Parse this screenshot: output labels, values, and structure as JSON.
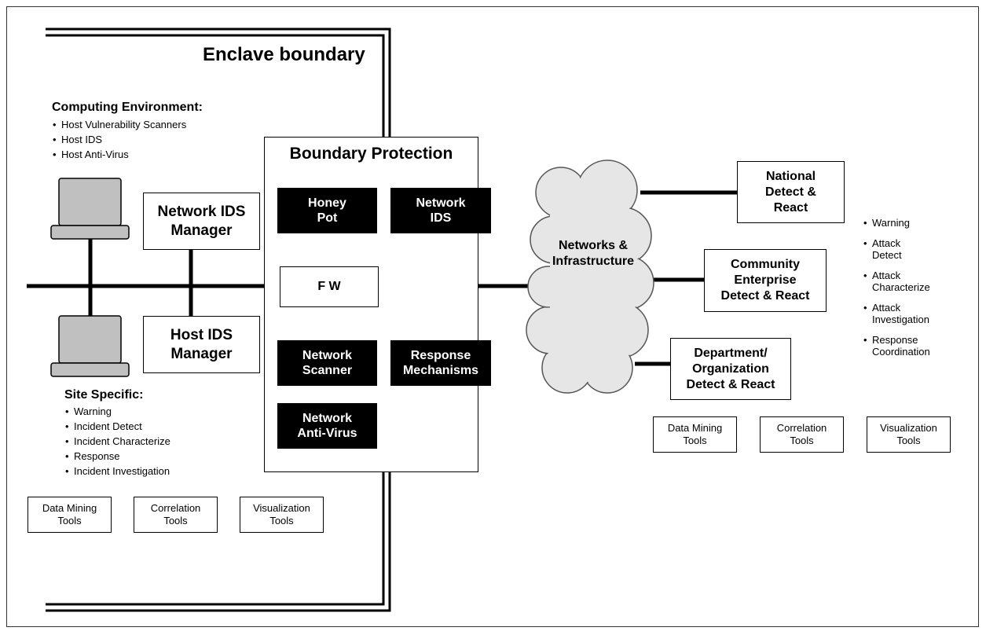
{
  "enclave_boundary": {
    "title": "Enclave boundary"
  },
  "computing_environment": {
    "heading": "Computing Environment:",
    "items": [
      "Host Vulnerability Scanners",
      "Host IDS",
      "Host Anti-Virus"
    ]
  },
  "network_ids_manager": "Network IDS\nManager",
  "host_ids_manager": "Host IDS\nManager",
  "boundary_protection": {
    "title": "Boundary Protection",
    "honey_pot": "Honey\nPot",
    "network_ids": "Network\nIDS",
    "firewall": "F W",
    "network_scanner": "Network\nScanner",
    "response_mechanisms": "Response\nMechanisms",
    "network_antivirus": "Network\nAnti-Virus"
  },
  "site_specific": {
    "heading": "Site Specific:",
    "items": [
      "Warning",
      "Incident Detect",
      "Incident Characterize",
      "Response",
      "Incident Investigation"
    ]
  },
  "left_tools": [
    "Data Mining\nTools",
    "Correlation\nTools",
    "Visualization\nTools"
  ],
  "cloud": {
    "label": "Networks &\nInfrastructure"
  },
  "national": "National\nDetect &\nReact",
  "community": "Community\nEnterprise\nDetect & React",
  "department": "Department/\nOrganization\nDetect & React",
  "right_tools": [
    "Data Mining\nTools",
    "Correlation\nTools",
    "Visualization\nTools"
  ],
  "right_list": [
    "Warning",
    "Attack\nDetect",
    "Attack\nCharacterize",
    "Attack\nInvestigation",
    "Response\nCoordination"
  ],
  "colors": {
    "computer_fill": "#c0c0c0",
    "cloud_fill": "#e6e6e6",
    "box_fill": "#000000"
  }
}
